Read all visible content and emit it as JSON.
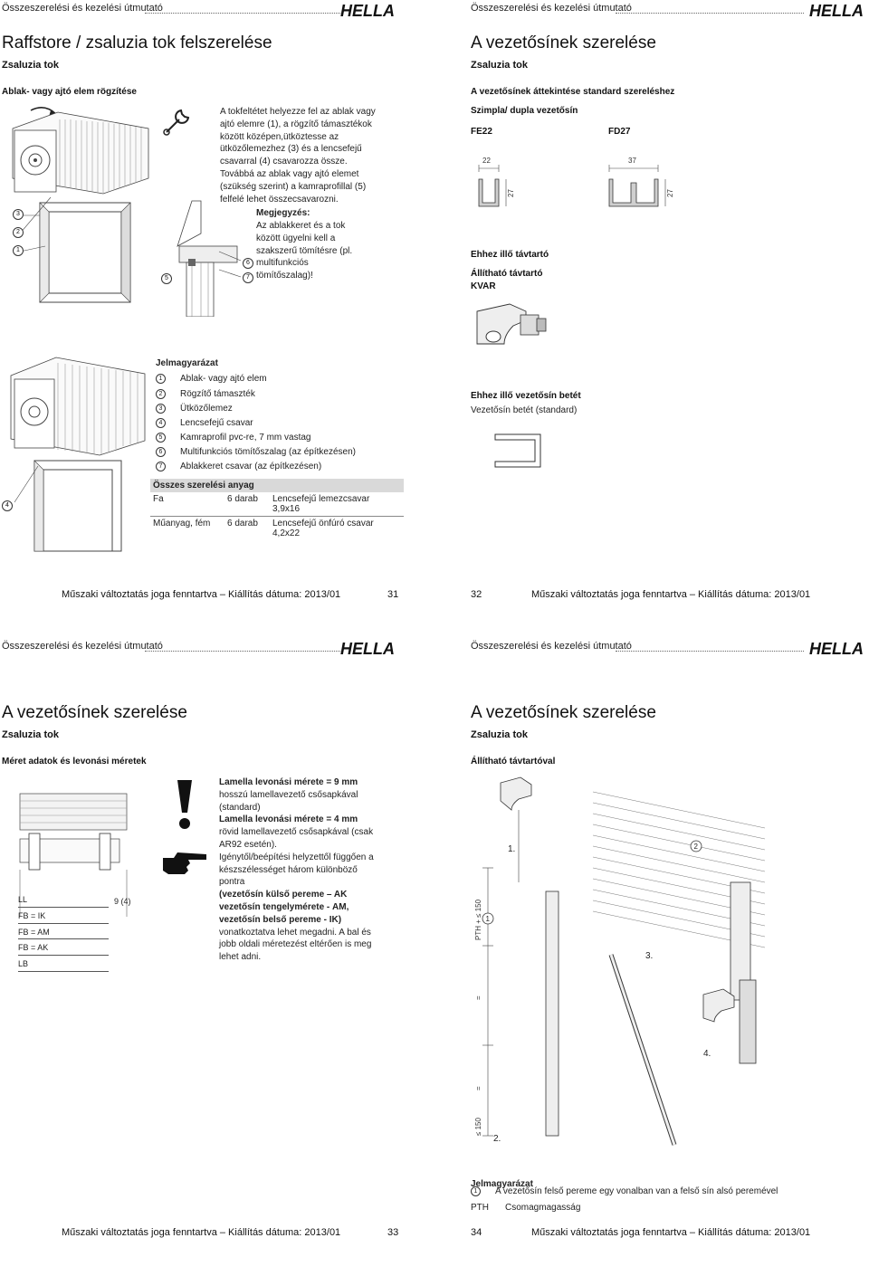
{
  "header": {
    "text": "Összeszerelési és kezelési útmutató",
    "brand": "HELLA"
  },
  "footer": {
    "text": "Műszaki változtatás joga fenntartva – Kiállítás dátuma: 2013/01"
  },
  "page31": {
    "title": "Raffstore / zsaluzia tok felszerelése",
    "subtitle": "Zsaluzia tok",
    "section": "Ablak- vagy ajtó elem rögzítése",
    "paragraph": [
      "A tokfeltétet helyezze fel az ablak vagy",
      "ajtó elemre (1), a rögzítő támasztékok",
      "között középen,ütköztesse az",
      "ütközőlemezhez (3) és a lencsefejű",
      "csavarral (4) csavarozza össze.",
      "Továbbá az ablak vagy ajtó elemet",
      "(szükség szerint) a kamraprofillal (5)",
      "felfelé lehet összecsavarozni."
    ],
    "note_title": "Megjegyzés:",
    "note": [
      "Az ablakkeret és a tok",
      "között ügyelni kell a",
      "szakszerű tömítésre (pl.",
      "multifunkciós",
      "tömítőszalag)!"
    ],
    "callouts": {
      "c1": "1",
      "c2": "2",
      "c3": "3",
      "c4": "4",
      "c5": "5",
      "c6": "6",
      "c7": "7"
    },
    "legend_title": "Jelmagyarázat",
    "legend": [
      {
        "num": "1",
        "text": "Ablak- vagy ajtó elem"
      },
      {
        "num": "2",
        "text": "Rögzítő támaszték"
      },
      {
        "num": "3",
        "text": "Ütközőlemez"
      },
      {
        "num": "4",
        "text": "Lencsefejű csavar"
      },
      {
        "num": "5",
        "text": "Kamraprofil pvc-re, 7 mm vastag"
      },
      {
        "num": "6",
        "text": "Multifunkciós tömítőszalag (az építkezésen)"
      },
      {
        "num": "7",
        "text": "Ablakkeret csavar (az építkezésen)"
      }
    ],
    "materials": {
      "title": "Összes szerelési anyag",
      "rows": [
        {
          "material": "Fa",
          "qty": "6 darab",
          "desc1": "Lencsefejű lemezcsavar",
          "desc2": "3,9x16"
        },
        {
          "material": "Műanyag, fém",
          "qty": "6 darab",
          "desc1": "Lencsefejű önfúró csavar",
          "desc2": "4,2x22"
        }
      ]
    },
    "page_number": "31"
  },
  "page32": {
    "title": "A vezetősínek szerelése",
    "subtitle": "Zsaluzia tok",
    "section": "A vezetősínek áttekintése standard szereléshez",
    "rail_heading": "Szimpla/ dupla vezetősín",
    "fe22": {
      "label": "FE22",
      "width": "22",
      "height": "27"
    },
    "fd27": {
      "label": "FD27",
      "width": "37",
      "height": "27"
    },
    "spacer_heading": "Ehhez illő távtartó",
    "adjustable_heading": "Állítható távtartó",
    "kvar": "KVAR",
    "insert_heading": "Ehhez illő vezetősín betét",
    "insert_text": "Vezetősín betét (standard)",
    "page_number": "32"
  },
  "page33": {
    "title": "A vezetősínek szerelése",
    "subtitle": "Zsaluzia tok",
    "section": "Méret adatok és levonási méretek",
    "dims": [
      "LL",
      "FB = IK",
      "FB = AM",
      "FB = AK",
      "LB"
    ],
    "dim_right": "9 (4)",
    "text_lines": [
      {
        "t": "Lamella levonási mérete = 9 mm",
        "b": true
      },
      {
        "t": "hosszú lamellavezető csősapkával",
        "b": false
      },
      {
        "t": "(standard)",
        "b": false
      },
      {
        "t": "Lamella levonási mérete = 4 mm",
        "b": true
      },
      {
        "t": "rövid lamellavezető csősapkával (csak",
        "b": false
      },
      {
        "t": "AR92 esetén).",
        "b": false
      },
      {
        "t": "Igénytől/beépítési helyzettől függően a",
        "b": false
      },
      {
        "t": "készszélességet három különböző",
        "b": false
      },
      {
        "t": "pontra",
        "b": false
      },
      {
        "t": "(vezetősín külső pereme – AK",
        "b": true
      },
      {
        "t": "vezetősín tengelyméretе - AM,",
        "b": true
      },
      {
        "t": "vezetősín belső pereme - IK)",
        "b": true
      },
      {
        "t": "vonatkoztatva lehet megadni. A bal és",
        "b": false
      },
      {
        "t": "jobb oldali méretezést eltérően is meg",
        "b": false
      },
      {
        "t": "lehet adni.",
        "b": false
      }
    ],
    "page_number": "33"
  },
  "page34": {
    "title": "A vezetősínek szerelése",
    "subtitle": "Zsaluzia tok",
    "section": "Állítható távtartóval",
    "labels": {
      "step1": "1.",
      "step2": "2.",
      "step3": "3.",
      "step4": "4.",
      "pth": "PTH + ≤ 150",
      "le150": "≤ 150",
      "eq1": "=",
      "eq2": "=",
      "c1": "1",
      "c2": "2"
    },
    "legend_title": "Jelmagyarázat",
    "legend": [
      {
        "num": "1",
        "text": "A vezetősín felső pereme egy vonalban van a felső sín alsó peremével"
      },
      {
        "num": "PTH",
        "text": "Csomagmagasság"
      }
    ],
    "page_number": "34"
  }
}
